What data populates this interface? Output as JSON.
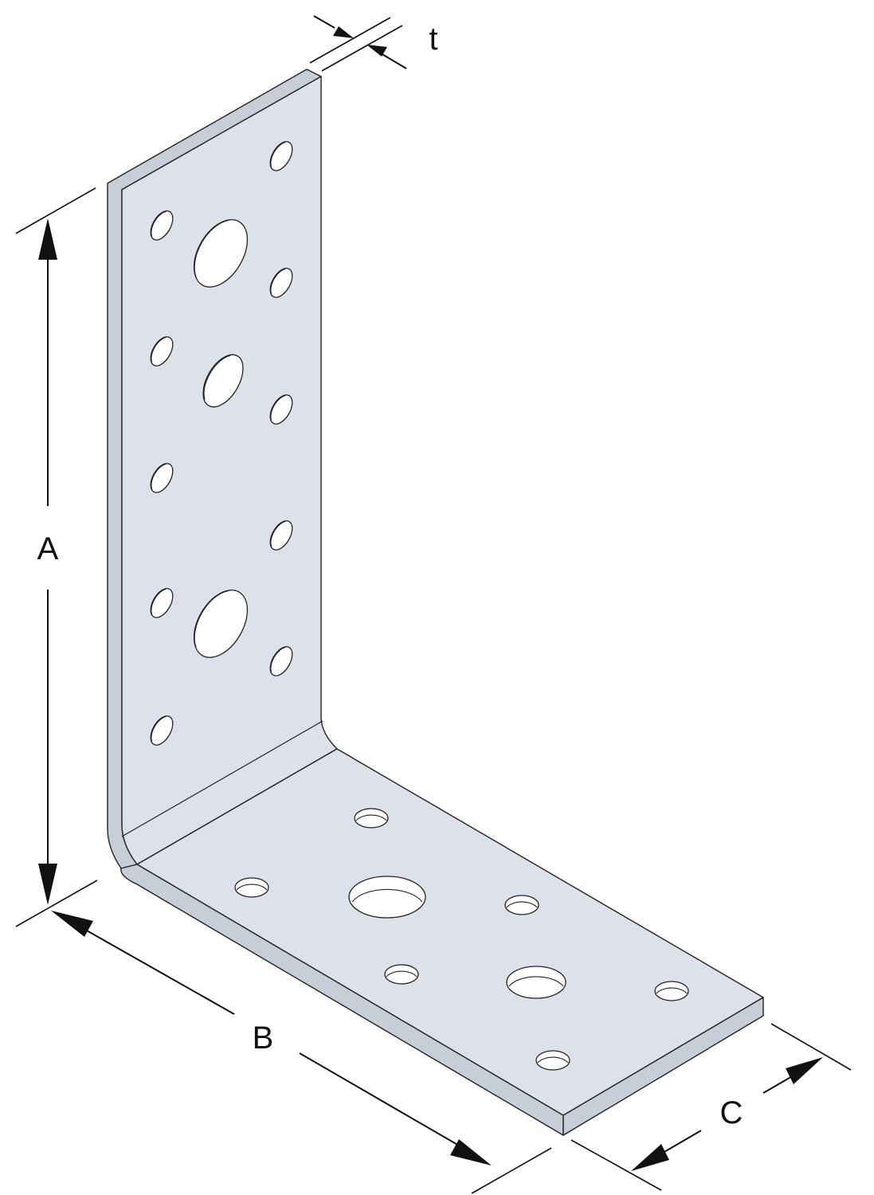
{
  "diagram": {
    "labels": {
      "height": "A",
      "length": "B",
      "width": "C",
      "thickness": "t"
    },
    "colors": {
      "plate_face": "#dde2ea",
      "plate_edge": "#c8ced8",
      "line": "#111111"
    },
    "vertical_leg": {
      "small_holes": 10,
      "large_holes": 3
    },
    "horizontal_leg": {
      "small_holes": 6,
      "large_holes": 2
    }
  }
}
